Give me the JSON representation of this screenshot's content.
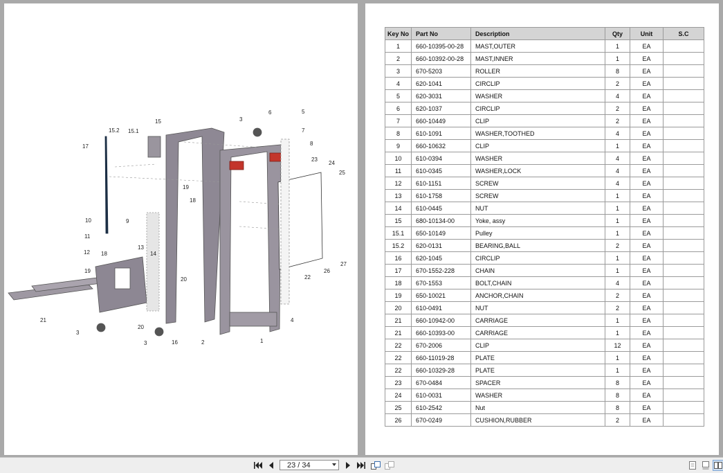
{
  "viewer": {
    "page_indicator": "23 / 34",
    "icons": {
      "first": "first-page-icon",
      "prev": "prev-page-icon",
      "next": "next-page-icon",
      "last": "last-page-icon",
      "view_a": "single-page-icon",
      "view_b": "continuous-icon",
      "view_c": "facing-pages-icon"
    }
  },
  "drawing": {
    "callouts": [
      "1",
      "2",
      "3",
      "3",
      "3",
      "4",
      "5",
      "6",
      "7",
      "8",
      "9",
      "10",
      "11",
      "12",
      "13",
      "14",
      "15",
      "15.1",
      "15.2",
      "16",
      "17",
      "18",
      "18",
      "19",
      "19",
      "20",
      "20",
      "21",
      "22",
      "23",
      "24",
      "25",
      "26",
      "27"
    ]
  },
  "table": {
    "headers": [
      "Key No",
      "Part No",
      "Description",
      "Qty",
      "Unit",
      "S.C"
    ],
    "rows": [
      [
        "1",
        "660-10395-00-28",
        "MAST,OUTER",
        "1",
        "EA",
        ""
      ],
      [
        "2",
        "660-10392-00-28",
        "MAST,INNER",
        "1",
        "EA",
        ""
      ],
      [
        "3",
        "670-5203",
        "ROLLER",
        "8",
        "EA",
        ""
      ],
      [
        "4",
        "620-1041",
        "CIRCLIP",
        "2",
        "EA",
        ""
      ],
      [
        "5",
        "620-3031",
        "WASHER",
        "4",
        "EA",
        ""
      ],
      [
        "6",
        "620-1037",
        "CIRCLIP",
        "2",
        "EA",
        ""
      ],
      [
        "7",
        "660-10449",
        "CLIP",
        "2",
        "EA",
        ""
      ],
      [
        "8",
        "610-1091",
        "WASHER,TOOTHED",
        "4",
        "EA",
        ""
      ],
      [
        "9",
        "660-10632",
        "CLIP",
        "1",
        "EA",
        ""
      ],
      [
        "10",
        "610-0394",
        "WASHER",
        "4",
        "EA",
        ""
      ],
      [
        "11",
        "610-0345",
        "WASHER,LOCK",
        "4",
        "EA",
        ""
      ],
      [
        "12",
        "610-1151",
        "SCREW",
        "4",
        "EA",
        ""
      ],
      [
        "13",
        "610-1758",
        "SCREW",
        "1",
        "EA",
        ""
      ],
      [
        "14",
        "610-0445",
        "NUT",
        "1",
        "EA",
        ""
      ],
      [
        "15",
        "680-10134-00",
        "Yoke, assy",
        "1",
        "EA",
        ""
      ],
      [
        "15.1",
        "650-10149",
        "Pulley",
        "1",
        "EA",
        ""
      ],
      [
        "15.2",
        "620-0131",
        "BEARING,BALL",
        "2",
        "EA",
        ""
      ],
      [
        "16",
        "620-1045",
        "CIRCLIP",
        "1",
        "EA",
        ""
      ],
      [
        "17",
        "670-1552-228",
        "CHAIN",
        "1",
        "EA",
        ""
      ],
      [
        "18",
        "670-1553",
        "BOLT,CHAIN",
        "4",
        "EA",
        ""
      ],
      [
        "19",
        "650-10021",
        "ANCHOR,CHAIN",
        "2",
        "EA",
        ""
      ],
      [
        "20",
        "610-0491",
        "NUT",
        "2",
        "EA",
        ""
      ],
      [
        "21",
        "660-10942-00",
        "CARRIAGE",
        "1",
        "EA",
        ""
      ],
      [
        "21",
        "660-10393-00",
        "CARRIAGE",
        "1",
        "EA",
        ""
      ],
      [
        "22",
        "670-2006",
        "CLIP",
        "12",
        "EA",
        ""
      ],
      [
        "22",
        "660-11019-28",
        "PLATE",
        "1",
        "EA",
        ""
      ],
      [
        "22",
        "660-10329-28",
        "PLATE",
        "1",
        "EA",
        ""
      ],
      [
        "23",
        "670-0484",
        "SPACER",
        "8",
        "EA",
        ""
      ],
      [
        "24",
        "610-0031",
        "WASHER",
        "8",
        "EA",
        ""
      ],
      [
        "25",
        "610-2542",
        "Nut",
        "8",
        "EA",
        ""
      ],
      [
        "26",
        "670-0249",
        "CUSHION,RUBBER",
        "2",
        "EA",
        ""
      ]
    ]
  }
}
